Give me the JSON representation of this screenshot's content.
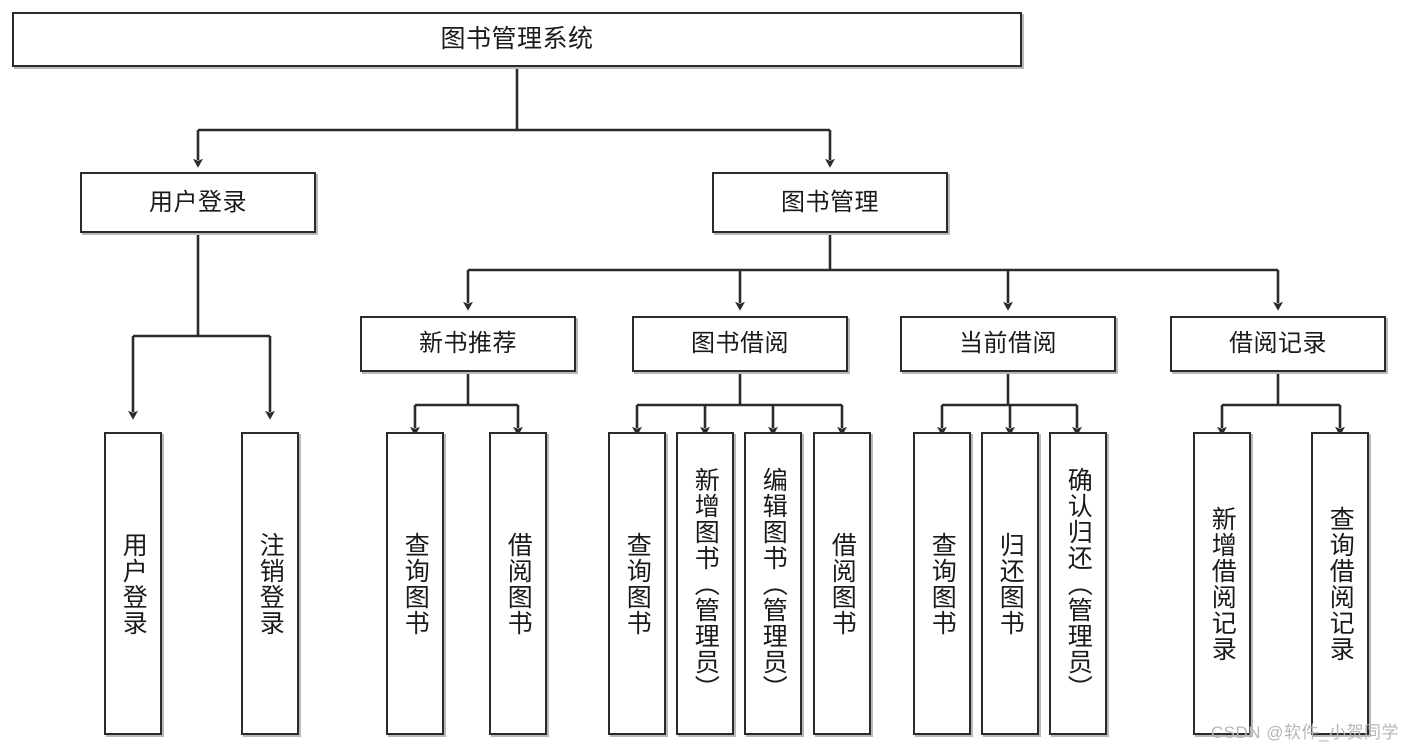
{
  "diagram": {
    "title": "图书管理系统",
    "type": "tree",
    "watermark": "CSDN @软件_小贺同学",
    "colors": {
      "box_border": "#2b2b2b",
      "box_fill": "#ffffff",
      "connector": "#2b2b2b",
      "shadow": "#b9b9b9",
      "watermark": "#b7b7b7",
      "page_background": "#ffffff"
    },
    "nodes": {
      "root": {
        "label": "图书管理系统",
        "level": 0
      },
      "level1": [
        {
          "id": "user-login",
          "label": "用户登录"
        },
        {
          "id": "book-management",
          "label": "图书管理"
        }
      ],
      "level2": [
        {
          "id": "new-book-recommend",
          "label": "新书推荐",
          "parent": "book-management"
        },
        {
          "id": "book-borrow",
          "label": "图书借阅",
          "parent": "book-management"
        },
        {
          "id": "current-borrow",
          "label": "当前借阅",
          "parent": "book-management"
        },
        {
          "id": "borrow-record",
          "label": "借阅记录",
          "parent": "book-management"
        }
      ],
      "leaves": [
        {
          "id": "leaf-user-login",
          "label": "用户登录",
          "parent": "user-login"
        },
        {
          "id": "leaf-logout-login",
          "label": "注销登录",
          "parent": "user-login"
        },
        {
          "id": "leaf-query-book-1",
          "label": "查询图书",
          "parent": "new-book-recommend"
        },
        {
          "id": "leaf-borrow-book-1",
          "label": "借阅图书",
          "parent": "new-book-recommend"
        },
        {
          "id": "leaf-query-book-2",
          "label": "查询图书",
          "parent": "book-borrow"
        },
        {
          "id": "leaf-add-book",
          "label": "新增图书（管理员）",
          "parent": "book-borrow"
        },
        {
          "id": "leaf-edit-book",
          "label": "编辑图书（管理员）",
          "parent": "book-borrow"
        },
        {
          "id": "leaf-borrow-book-2",
          "label": "借阅图书",
          "parent": "book-borrow"
        },
        {
          "id": "leaf-query-book-3",
          "label": "查询图书",
          "parent": "current-borrow"
        },
        {
          "id": "leaf-return-book",
          "label": "归还图书",
          "parent": "current-borrow"
        },
        {
          "id": "leaf-confirm-return",
          "label": "确认归还（管理员）",
          "parent": "current-borrow"
        },
        {
          "id": "leaf-add-record",
          "label": "新增借阅记录",
          "parent": "borrow-record"
        },
        {
          "id": "leaf-query-record",
          "label": "查询借阅记录",
          "parent": "borrow-record"
        }
      ]
    }
  }
}
